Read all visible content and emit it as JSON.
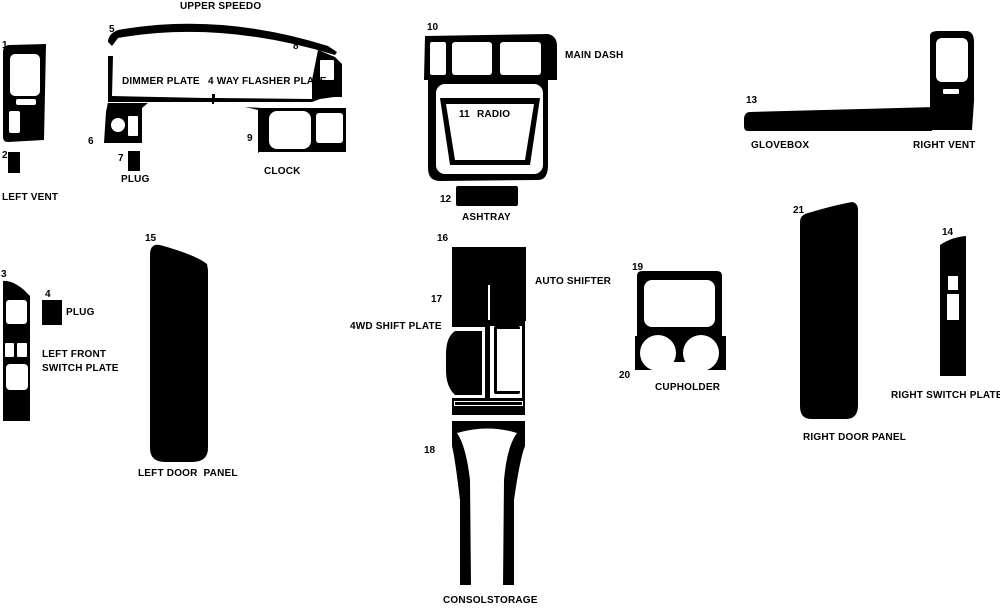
{
  "colors": {
    "part_fill": "#000000",
    "background": "#ffffff",
    "cutout": "#ffffff"
  },
  "parts": [
    {
      "number": "1",
      "label": "LEFT VENT"
    },
    {
      "number": "2",
      "label": ""
    },
    {
      "number": "3",
      "label": "LEFT FRONT SWITCH PLATE",
      "label_lines": [
        "LEFT FRONT",
        "SWITCH PLATE"
      ]
    },
    {
      "number": "4",
      "label": "PLUG"
    },
    {
      "number": "5",
      "label": "UPPER SPEEDO"
    },
    {
      "number": "6",
      "label": "DIMMER PLATE"
    },
    {
      "number": "7",
      "label": "PLUG"
    },
    {
      "number": "8",
      "label": "4 WAY FLASHER PLATE"
    },
    {
      "number": "9",
      "label": "CLOCK"
    },
    {
      "number": "10",
      "label": "MAIN DASH"
    },
    {
      "number": "11",
      "label": "RADIO"
    },
    {
      "number": "12",
      "label": "ASHTRAY"
    },
    {
      "number": "13",
      "label": "GLOVEBOX"
    },
    {
      "number": "14",
      "label": "RIGHT SWITCH PLATE"
    },
    {
      "number": "15",
      "label": "LEFT DOOR  PANEL"
    },
    {
      "number": "16",
      "label": "AUTO SHIFTER"
    },
    {
      "number": "17",
      "label": "4WD SHIFT PLATE"
    },
    {
      "number": "18",
      "label": "CONSOLSTORAGE"
    },
    {
      "number": "19",
      "label": ""
    },
    {
      "number": "20",
      "label": "CUPHOLDER"
    },
    {
      "number": "21",
      "label": "RIGHT DOOR PANEL"
    },
    {
      "number": "",
      "label": "RIGHT VENT"
    }
  ]
}
